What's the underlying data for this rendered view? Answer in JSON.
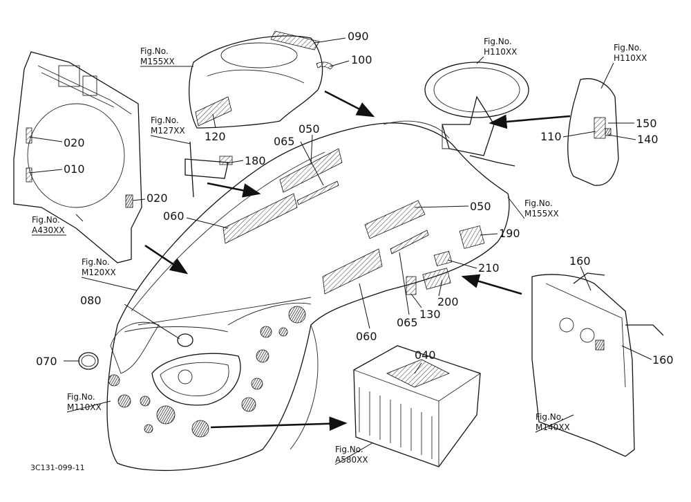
{
  "parts": {
    "p010": "010",
    "p020a": "020",
    "p020b": "020",
    "p040": "040",
    "p050a": "050",
    "p050b": "050",
    "p060a": "060",
    "p060b": "060",
    "p065a": "065",
    "p065b": "065",
    "p070": "070",
    "p080": "080",
    "p090": "090",
    "p100": "100",
    "p110": "110",
    "p120": "120",
    "p130": "130",
    "p140": "140",
    "p150": "150",
    "p160a": "160",
    "p160b": "160",
    "p180": "180",
    "p190": "190",
    "p200": "200",
    "p210": "210"
  },
  "fig_refs": {
    "prefix": "Fig.No.",
    "a430": "A430XX",
    "m155_top": "M155XX",
    "m127": "M127XX",
    "h110_left": "H110XX",
    "h110_right": "H110XX",
    "m155_right": "M155XX",
    "m120": "M120XX",
    "m110": "M110XX",
    "a580": "A580XX",
    "m140": "M140XX"
  },
  "drawing_code": "3C131-099-11"
}
